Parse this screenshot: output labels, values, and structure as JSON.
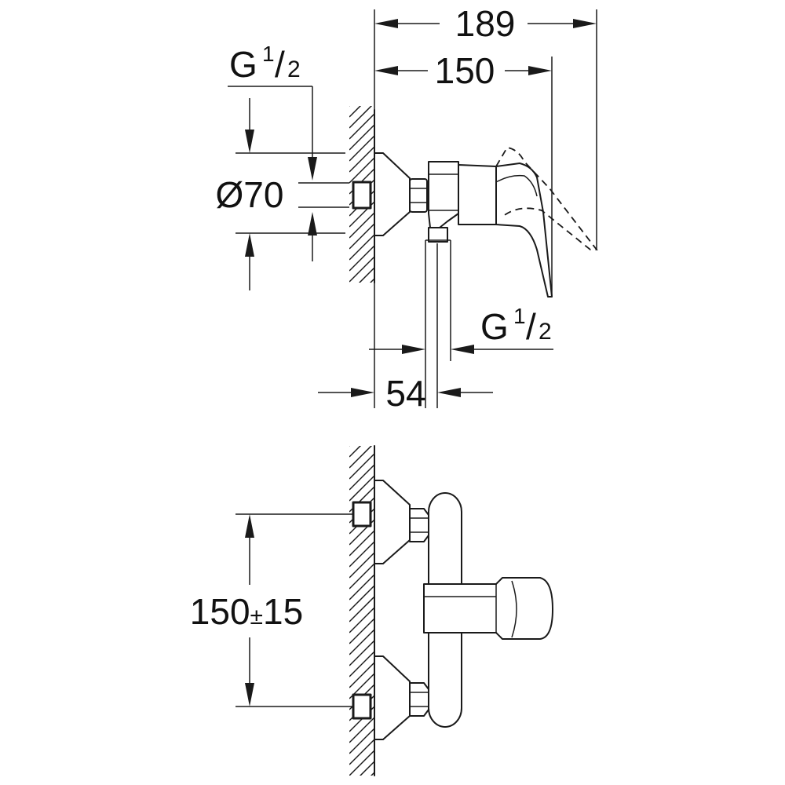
{
  "side_view": {
    "dim_total_width": "189",
    "dim_lever_width": "150",
    "dim_diameter": {
      "symbol": "Ø",
      "value": "70"
    },
    "dim_thread_inlet": {
      "base": "G",
      "sup": "1",
      "slash": "/",
      "sub": "2"
    },
    "dim_thread_outlet": {
      "base": "G",
      "sup": "1",
      "slash": "/",
      "sub": "2"
    },
    "dim_outlet_offset": "54"
  },
  "front_view": {
    "dim_inlet_spacing": {
      "value": "150",
      "tolerance_symbol": "±",
      "tolerance": "15"
    }
  }
}
